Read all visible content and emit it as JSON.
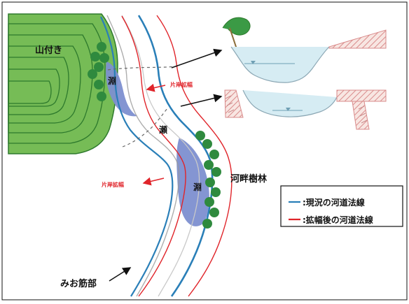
{
  "labels": {
    "mountain": "山付き",
    "pool_upper": "淵",
    "riffle": "瀬",
    "pool_lower": "淵",
    "widen_right": "片岸拡幅",
    "widen_left": "片岸拡幅",
    "riparian_forest": "河畔樹林",
    "thalweg": "みお筋部"
  },
  "legend": {
    "items": [
      {
        "label": ":現況の河道法線",
        "color": "#2a7fb8"
      },
      {
        "label": ":拡幅後の河道法線",
        "color": "#e0242a"
      }
    ]
  },
  "colors": {
    "mountain_fill": "#7bbf5a",
    "mountain_line": "#2d7a2d",
    "pool_fill": "#7d8fd0",
    "tree_fill": "#2f8a3e",
    "water_fill": "#d6ecf3",
    "bank_hatch": "#d98b8b",
    "current_line": "#2a7fb8",
    "widened_line": "#e0242a",
    "annotation_red": "#e0242a"
  }
}
